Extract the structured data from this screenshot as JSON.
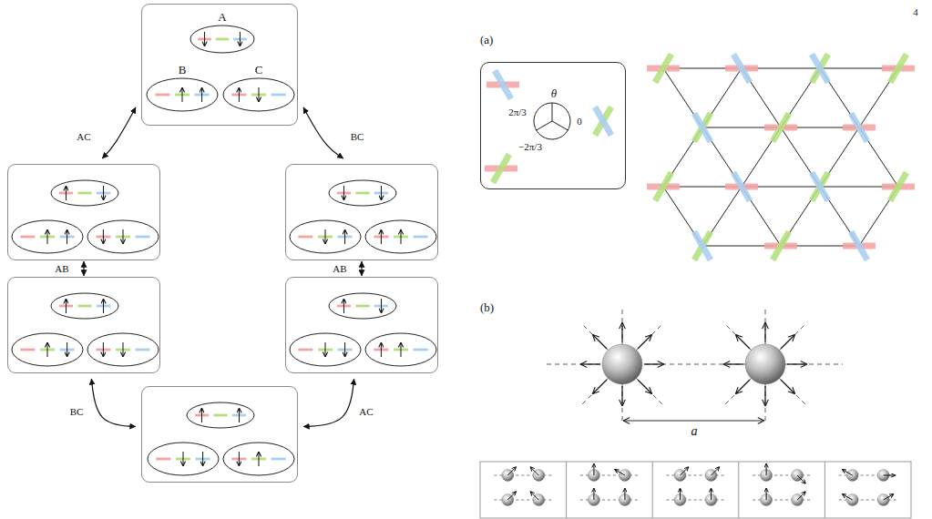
{
  "diagram": {
    "nodes": [
      {
        "text": []
      },
      {
        "text": [
          "A"
        ],
        "in": 0
      },
      {
        "text": [
          "B"
        ],
        "in": 0
      },
      {
        "text": [
          "C"
        ],
        "in": 0
      },
      {
        "text": []
      },
      {
        "text": []
      },
      {
        "text": []
      },
      {
        "text": []
      },
      {
        "text": []
      },
      {
        "text": [
          "θ",
          "0",
          "2π/3",
          "−2π/3"
        ]
      }
    ],
    "edges": [
      {
        "from": 0,
        "to": 4,
        "arrow": "both",
        "label": "AC"
      },
      {
        "from": 0,
        "to": 5,
        "arrow": "both",
        "label": "BC"
      },
      {
        "from": 4,
        "to": 6,
        "arrow": "both",
        "label": "AB"
      },
      {
        "from": 5,
        "to": 7,
        "arrow": "both",
        "label": "AB"
      },
      {
        "from": 6,
        "to": 8,
        "arrow": "both",
        "label": "BC"
      },
      {
        "from": 7,
        "to": 8,
        "arrow": "both",
        "label": "AC"
      }
    ],
    "labels": [
      "4",
      "(a)",
      "(b)",
      "a"
    ]
  }
}
